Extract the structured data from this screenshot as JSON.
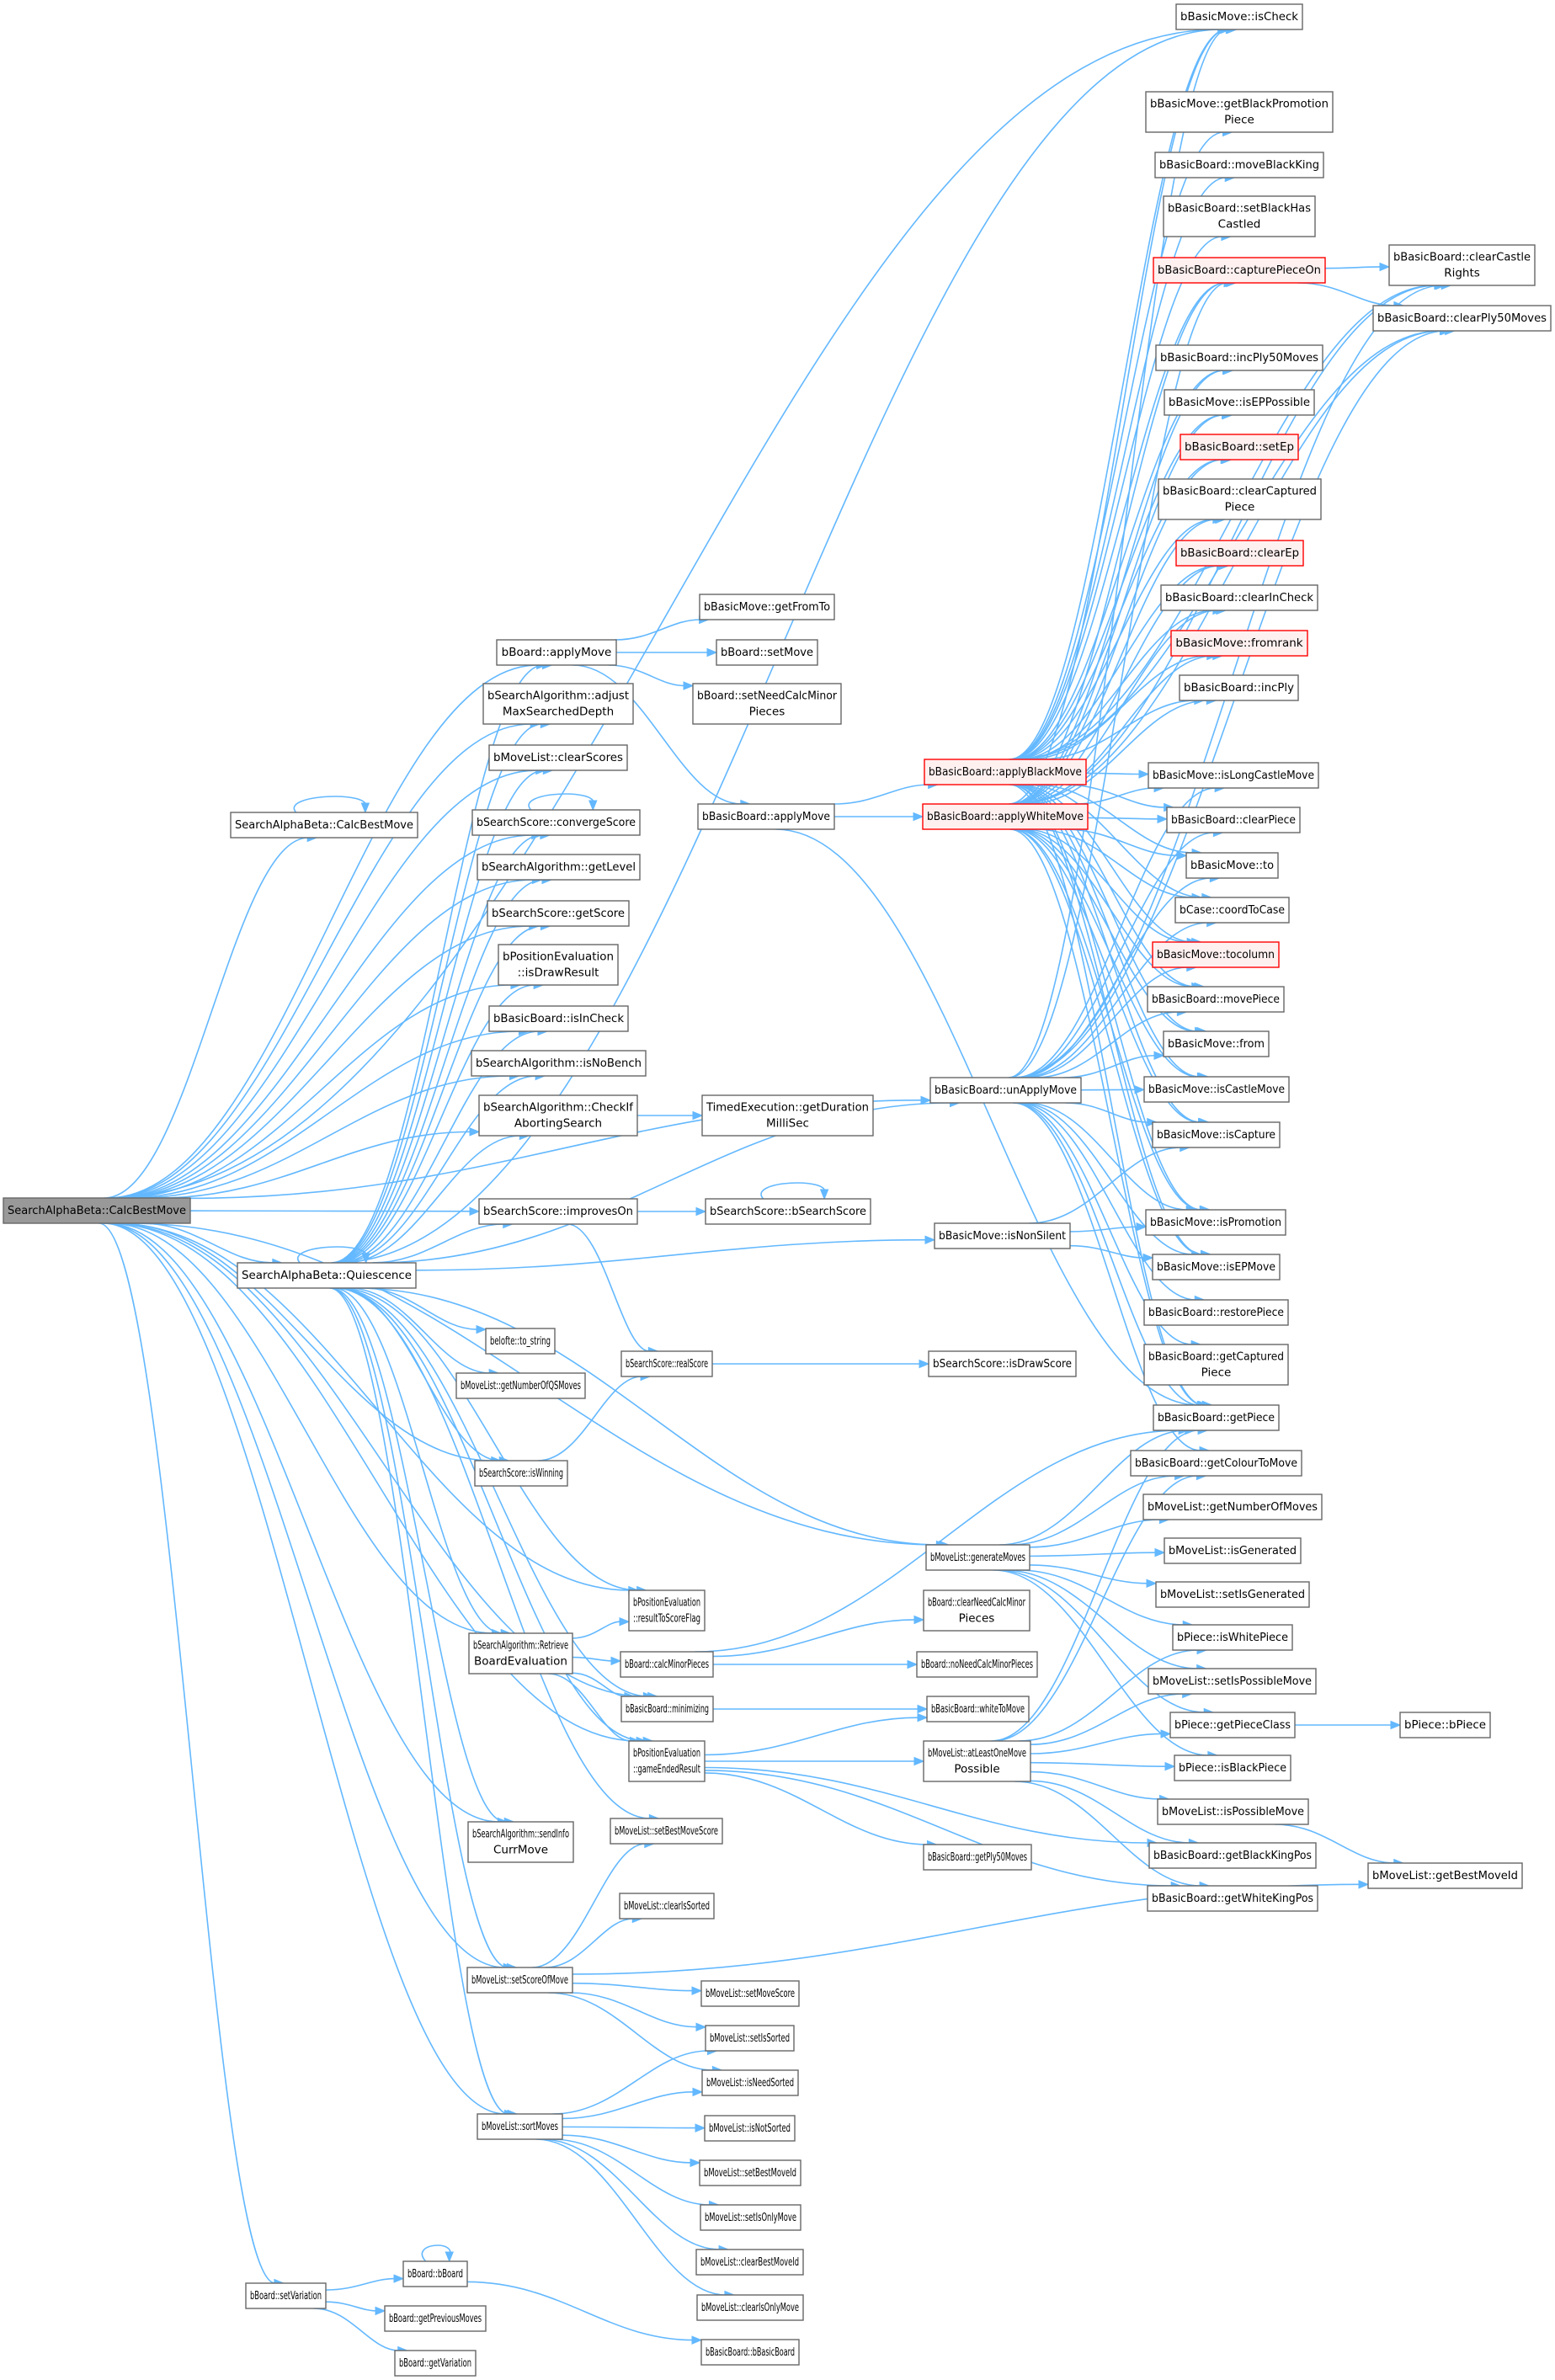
{
  "title": "SearchAlphaBeta::CalcBestMove call graph",
  "colors": {
    "edge": "#63b8ff",
    "node_border": "#666666",
    "focal_fill": "#999999",
    "red_border": "#ff0000",
    "red_fill": "#fff0f0"
  },
  "nodes": {
    "calcbest_root": [
      "SearchAlphaBeta::CalcBestMove"
    ],
    "calcbest_self": [
      "SearchAlphaBeta::CalcBestMove"
    ],
    "quiescence": [
      "SearchAlphaBeta::Quiescence"
    ],
    "setVariation": [
      "bBoard::setVariation"
    ],
    "bBoard_applyMove": [
      "bBoard::applyMove"
    ],
    "adjustMax": [
      "bSearchAlgorithm::adjust",
      "MaxSearchedDepth"
    ],
    "clearScores": [
      "bMoveList::clearScores"
    ],
    "convergeScore": [
      "bSearchScore::convergeScore"
    ],
    "getLevel": [
      "bSearchAlgorithm::getLevel"
    ],
    "getScore": [
      "bSearchScore::getScore"
    ],
    "isDrawResult": [
      "bPositionEvaluation",
      "::isDrawResult"
    ],
    "isInCheck": [
      "bBasicBoard::isInCheck"
    ],
    "isNoBench": [
      "bSearchAlgorithm::isNoBench"
    ],
    "checkIfAborting": [
      "bSearchAlgorithm::CheckIf",
      "AbortingSearch"
    ],
    "improvesOn": [
      "bSearchScore::improvesOn"
    ],
    "to_string": [
      "belofte::to_string"
    ],
    "getNumberOfQSMoves": [
      "bMoveList::getNumberOfQSMoves"
    ],
    "isWinning": [
      "bSearchScore::isWinning"
    ],
    "retrieveEval": [
      "bSearchAlgorithm::Retrieve",
      "BoardEvaluation"
    ],
    "sendInfo": [
      "bSearchAlgorithm::sendInfo",
      "CurrMove"
    ],
    "setScoreOfMove": [
      "bMoveList::setScoreOfMove"
    ],
    "sortMoves": [
      "bMoveList::sortMoves"
    ],
    "bBoard_bBoard": [
      "bBoard::bBoard"
    ],
    "getPreviousMoves": [
      "bBoard::getPreviousMoves"
    ],
    "getVariation": [
      "bBoard::getVariation"
    ],
    "getFromTo": [
      "bBasicMove::getFromTo"
    ],
    "setMove": [
      "bBoard::setMove"
    ],
    "setNeedCalc": [
      "bBoard::setNeedCalcMinor",
      "Pieces"
    ],
    "bb_applyMove": [
      "bBasicBoard::applyMove"
    ],
    "getDurationMs": [
      "TimedExecution::getDuration",
      "MilliSec"
    ],
    "bSearchScoreCtor": [
      "bSearchScore::bSearchScore"
    ],
    "realScore": [
      "bSearchScore::realScore"
    ],
    "resultToScoreFlag": [
      "bPositionEvaluation",
      "::resultToScoreFlag"
    ],
    "calcMinorPieces": [
      "bBoard::calcMinorPieces"
    ],
    "minimizing": [
      "bBasicBoard::minimizing"
    ],
    "gameEndedResult": [
      "bPositionEvaluation",
      "::gameEndedResult"
    ],
    "setBestMoveScore": [
      "bMoveList::setBestMoveScore"
    ],
    "clearIsSorted": [
      "bMoveList::clearIsSorted"
    ],
    "setMoveScore": [
      "bMoveList::setMoveScore"
    ],
    "setIsSorted": [
      "bMoveList::setIsSorted"
    ],
    "isNeedSorted": [
      "bMoveList::isNeedSorted"
    ],
    "isNotSorted": [
      "bMoveList::isNotSorted"
    ],
    "setBestMoveId": [
      "bMoveList::setBestMoveId"
    ],
    "setIsOnlyMove": [
      "bMoveList::setIsOnlyMove"
    ],
    "clearBestMoveId": [
      "bMoveList::clearBestMoveId"
    ],
    "clearIsOnlyMove": [
      "bMoveList::clearIsOnlyMove"
    ],
    "bBasicBoardCtor": [
      "bBasicBoard::bBasicBoard"
    ],
    "applyBlackMove": [
      "bBasicBoard::applyBlackMove"
    ],
    "applyWhiteMove": [
      "bBasicBoard::applyWhiteMove"
    ],
    "unApplyMove": [
      "bBasicBoard::unApplyMove"
    ],
    "isNonSilent": [
      "bBasicMove::isNonSilent"
    ],
    "isDrawScore": [
      "bSearchScore::isDrawScore"
    ],
    "generateMoves": [
      "bMoveList::generateMoves"
    ],
    "clearNeedCalc": [
      "bBoard::clearNeedCalcMinor",
      "Pieces"
    ],
    "noNeedCalc": [
      "bBoard::noNeedCalcMinorPieces"
    ],
    "whiteToMove": [
      "bBasicBoard::whiteToMove"
    ],
    "atLeastOneMove": [
      "bMoveList::atLeastOneMove",
      "Possible"
    ],
    "getPly50Moves": [
      "bBasicBoard::getPly50Moves"
    ],
    "isCheck": [
      "bBasicMove::isCheck"
    ],
    "getBlackPromo": [
      "bBasicMove::getBlackPromotion",
      "Piece"
    ],
    "moveBlackKing": [
      "bBasicBoard::moveBlackKing"
    ],
    "setBlackHasCastled": [
      "bBasicBoard::setBlackHas",
      "Castled"
    ],
    "capturePieceOn": [
      "bBasicBoard::capturePieceOn"
    ],
    "incPly50Moves": [
      "bBasicBoard::incPly50Moves"
    ],
    "isEPPossible": [
      "bBasicMove::isEPPossible"
    ],
    "setEp": [
      "bBasicBoard::setEp"
    ],
    "clearCapturedPiece": [
      "bBasicBoard::clearCaptured",
      "Piece"
    ],
    "clearEp": [
      "bBasicBoard::clearEp"
    ],
    "clearInCheck": [
      "bBasicBoard::clearInCheck"
    ],
    "fromrank": [
      "bBasicMove::fromrank"
    ],
    "incPly": [
      "bBasicBoard::incPly"
    ],
    "isLongCastle": [
      "bBasicMove::isLongCastleMove"
    ],
    "clearPiece": [
      "bBasicBoard::clearPiece"
    ],
    "to": [
      "bBasicMove::to"
    ],
    "coordToCase": [
      "bCase::coordToCase"
    ],
    "tocolumn": [
      "bBasicMove::tocolumn"
    ],
    "movePiece": [
      "bBasicBoard::movePiece"
    ],
    "from": [
      "bBasicMove::from"
    ],
    "isCastleMove": [
      "bBasicMove::isCastleMove"
    ],
    "isCapture": [
      "bBasicMove::isCapture"
    ],
    "isPromotion": [
      "bBasicMove::isPromotion"
    ],
    "isEPMove": [
      "bBasicMove::isEPMove"
    ],
    "restorePiece": [
      "bBasicBoard::restorePiece"
    ],
    "getCapturedPiece": [
      "bBasicBoard::getCaptured",
      "Piece"
    ],
    "getPiece": [
      "bBasicBoard::getPiece"
    ],
    "getColourToMove": [
      "bBasicBoard::getColourToMove"
    ],
    "getNumberOfMoves": [
      "bMoveList::getNumberOfMoves"
    ],
    "isGenerated": [
      "bMoveList::isGenerated"
    ],
    "setIsGenerated": [
      "bMoveList::setIsGenerated"
    ],
    "isWhitePiece": [
      "bPiece::isWhitePiece"
    ],
    "setIsPossibleMove": [
      "bMoveList::setIsPossibleMove"
    ],
    "getPieceClass": [
      "bPiece::getPieceClass"
    ],
    "isBlackPiece": [
      "bPiece::isBlackPiece"
    ],
    "isPossibleMove": [
      "bMoveList::isPossibleMove"
    ],
    "getBlackKingPos": [
      "bBasicBoard::getBlackKingPos"
    ],
    "getWhiteKingPos": [
      "bBasicBoard::getWhiteKingPos"
    ],
    "clearCastleRights": [
      "bBasicBoard::clearCastle",
      "Rights"
    ],
    "clearPly50Moves": [
      "bBasicBoard::clearPly50Moves"
    ],
    "bPieceCtor": [
      "bPiece::bPiece"
    ],
    "getBestMoveId": [
      "bMoveList::getBestMoveId"
    ]
  },
  "node_styles": {
    "calcbest_root": "focal",
    "applyBlackMove": "red",
    "applyWhiteMove": "red",
    "capturePieceOn": "red",
    "setEp": "red",
    "clearEp": "red",
    "fromrank": "red",
    "tocolumn": "red"
  },
  "edges": [
    [
      "calcbest_root",
      "calcbest_self"
    ],
    [
      "calcbest_self",
      "calcbest_self"
    ],
    [
      "calcbest_root",
      "bBoard_applyMove"
    ],
    [
      "calcbest_root",
      "adjustMax"
    ],
    [
      "calcbest_root",
      "clearScores"
    ],
    [
      "calcbest_root",
      "convergeScore"
    ],
    [
      "calcbest_root",
      "getLevel"
    ],
    [
      "calcbest_root",
      "getScore"
    ],
    [
      "calcbest_root",
      "isDrawResult"
    ],
    [
      "calcbest_root",
      "isInCheck"
    ],
    [
      "calcbest_root",
      "isNoBench"
    ],
    [
      "calcbest_root",
      "checkIfAborting"
    ],
    [
      "calcbest_root",
      "improvesOn"
    ],
    [
      "calcbest_root",
      "quiescence"
    ],
    [
      "calcbest_root",
      "isWinning"
    ],
    [
      "calcbest_root",
      "generateMoves"
    ],
    [
      "calcbest_root",
      "resultToScoreFlag"
    ],
    [
      "calcbest_root",
      "retrieveEval"
    ],
    [
      "calcbest_root",
      "minimizing"
    ],
    [
      "calcbest_root",
      "gameEndedResult"
    ],
    [
      "calcbest_root",
      "sendInfo"
    ],
    [
      "calcbest_root",
      "setScoreOfMove"
    ],
    [
      "calcbest_root",
      "sortMoves"
    ],
    [
      "calcbest_root",
      "setVariation"
    ],
    [
      "calcbest_root",
      "unApplyMove"
    ],
    [
      "calcbest_root",
      "isCheck"
    ],
    [
      "quiescence",
      "quiescence"
    ],
    [
      "quiescence",
      "bBoard_applyMove"
    ],
    [
      "quiescence",
      "adjustMax"
    ],
    [
      "quiescence",
      "clearScores"
    ],
    [
      "quiescence",
      "convergeScore"
    ],
    [
      "quiescence",
      "getLevel"
    ],
    [
      "quiescence",
      "getScore"
    ],
    [
      "quiescence",
      "isDrawResult"
    ],
    [
      "quiescence",
      "isInCheck"
    ],
    [
      "quiescence",
      "isNoBench"
    ],
    [
      "quiescence",
      "checkIfAborting"
    ],
    [
      "quiescence",
      "improvesOn"
    ],
    [
      "quiescence",
      "to_string"
    ],
    [
      "quiescence",
      "getNumberOfQSMoves"
    ],
    [
      "quiescence",
      "isWinning"
    ],
    [
      "quiescence",
      "retrieveEval"
    ],
    [
      "quiescence",
      "sendInfo"
    ],
    [
      "quiescence",
      "setScoreOfMove"
    ],
    [
      "quiescence",
      "sortMoves"
    ],
    [
      "quiescence",
      "resultToScoreFlag"
    ],
    [
      "quiescence",
      "minimizing"
    ],
    [
      "quiescence",
      "gameEndedResult"
    ],
    [
      "quiescence",
      "setBestMoveScore"
    ],
    [
      "quiescence",
      "generateMoves"
    ],
    [
      "quiescence",
      "unApplyMove"
    ],
    [
      "quiescence",
      "isNonSilent"
    ],
    [
      "quiescence",
      "isCheck"
    ],
    [
      "setVariation",
      "bBoard_bBoard"
    ],
    [
      "setVariation",
      "getPreviousMoves"
    ],
    [
      "setVariation",
      "getVariation"
    ],
    [
      "bBoard_bBoard",
      "bBoard_bBoard"
    ],
    [
      "bBoard_bBoard",
      "bBasicBoardCtor"
    ],
    [
      "convergeScore",
      "convergeScore"
    ],
    [
      "bBoard_applyMove",
      "getFromTo"
    ],
    [
      "bBoard_applyMove",
      "setMove"
    ],
    [
      "bBoard_applyMove",
      "setNeedCalc"
    ],
    [
      "bBoard_applyMove",
      "bb_applyMove"
    ],
    [
      "checkIfAborting",
      "getDurationMs"
    ],
    [
      "improvesOn",
      "bSearchScoreCtor"
    ],
    [
      "improvesOn",
      "realScore"
    ],
    [
      "bSearchScoreCtor",
      "bSearchScoreCtor"
    ],
    [
      "isWinning",
      "realScore"
    ],
    [
      "realScore",
      "isDrawScore"
    ],
    [
      "retrieveEval",
      "resultToScoreFlag"
    ],
    [
      "retrieveEval",
      "calcMinorPieces"
    ],
    [
      "retrieveEval",
      "minimizing"
    ],
    [
      "retrieveEval",
      "gameEndedResult"
    ],
    [
      "calcMinorPieces",
      "clearNeedCalc"
    ],
    [
      "calcMinorPieces",
      "noNeedCalc"
    ],
    [
      "calcMinorPieces",
      "getPiece"
    ],
    [
      "minimizing",
      "whiteToMove"
    ],
    [
      "gameEndedResult",
      "whiteToMove"
    ],
    [
      "gameEndedResult",
      "atLeastOneMove"
    ],
    [
      "gameEndedResult",
      "getPly50Moves"
    ],
    [
      "gameEndedResult",
      "getBlackKingPos"
    ],
    [
      "gameEndedResult",
      "getWhiteKingPos"
    ],
    [
      "setScoreOfMove",
      "setBestMoveScore"
    ],
    [
      "setScoreOfMove",
      "clearIsSorted"
    ],
    [
      "setScoreOfMove",
      "setMoveScore"
    ],
    [
      "setScoreOfMove",
      "setIsSorted"
    ],
    [
      "setScoreOfMove",
      "isNeedSorted"
    ],
    [
      "setScoreOfMove",
      "getBestMoveId"
    ],
    [
      "sortMoves",
      "setIsSorted"
    ],
    [
      "sortMoves",
      "isNeedSorted"
    ],
    [
      "sortMoves",
      "isNotSorted"
    ],
    [
      "sortMoves",
      "setBestMoveId"
    ],
    [
      "sortMoves",
      "setIsOnlyMove"
    ],
    [
      "sortMoves",
      "clearBestMoveId"
    ],
    [
      "sortMoves",
      "clearIsOnlyMove"
    ],
    [
      "bb_applyMove",
      "applyBlackMove"
    ],
    [
      "bb_applyMove",
      "applyWhiteMove"
    ],
    [
      "bb_applyMove",
      "getPiece"
    ],
    [
      "applyBlackMove",
      "isCheck"
    ],
    [
      "applyBlackMove",
      "getBlackPromo"
    ],
    [
      "applyBlackMove",
      "moveBlackKing"
    ],
    [
      "applyBlackMove",
      "setBlackHasCastled"
    ],
    [
      "applyBlackMove",
      "capturePieceOn"
    ],
    [
      "applyBlackMove",
      "clearCastleRights"
    ],
    [
      "applyBlackMove",
      "clearPly50Moves"
    ],
    [
      "applyBlackMove",
      "incPly50Moves"
    ],
    [
      "applyBlackMove",
      "isEPPossible"
    ],
    [
      "applyBlackMove",
      "setEp"
    ],
    [
      "applyBlackMove",
      "clearCapturedPiece"
    ],
    [
      "applyBlackMove",
      "clearEp"
    ],
    [
      "applyBlackMove",
      "clearInCheck"
    ],
    [
      "applyBlackMove",
      "fromrank"
    ],
    [
      "applyBlackMove",
      "incPly"
    ],
    [
      "applyBlackMove",
      "isLongCastle"
    ],
    [
      "applyBlackMove",
      "clearPiece"
    ],
    [
      "applyBlackMove",
      "to"
    ],
    [
      "applyBlackMove",
      "coordToCase"
    ],
    [
      "applyBlackMove",
      "tocolumn"
    ],
    [
      "applyBlackMove",
      "movePiece"
    ],
    [
      "applyBlackMove",
      "from"
    ],
    [
      "applyBlackMove",
      "isCastleMove"
    ],
    [
      "applyBlackMove",
      "isCapture"
    ],
    [
      "applyBlackMove",
      "isPromotion"
    ],
    [
      "applyBlackMove",
      "isEPMove"
    ],
    [
      "applyBlackMove",
      "getPiece"
    ],
    [
      "applyWhiteMove",
      "isCheck"
    ],
    [
      "applyWhiteMove",
      "capturePieceOn"
    ],
    [
      "applyWhiteMove",
      "clearCastleRights"
    ],
    [
      "applyWhiteMove",
      "clearPly50Moves"
    ],
    [
      "applyWhiteMove",
      "incPly50Moves"
    ],
    [
      "applyWhiteMove",
      "isEPPossible"
    ],
    [
      "applyWhiteMove",
      "setEp"
    ],
    [
      "applyWhiteMove",
      "clearCapturedPiece"
    ],
    [
      "applyWhiteMove",
      "clearEp"
    ],
    [
      "applyWhiteMove",
      "clearInCheck"
    ],
    [
      "applyWhiteMove",
      "fromrank"
    ],
    [
      "applyWhiteMove",
      "incPly"
    ],
    [
      "applyWhiteMove",
      "isLongCastle"
    ],
    [
      "applyWhiteMove",
      "clearPiece"
    ],
    [
      "applyWhiteMove",
      "to"
    ],
    [
      "applyWhiteMove",
      "coordToCase"
    ],
    [
      "applyWhiteMove",
      "tocolumn"
    ],
    [
      "applyWhiteMove",
      "movePiece"
    ],
    [
      "applyWhiteMove",
      "from"
    ],
    [
      "applyWhiteMove",
      "isCastleMove"
    ],
    [
      "applyWhiteMove",
      "isCapture"
    ],
    [
      "applyWhiteMove",
      "isPromotion"
    ],
    [
      "applyWhiteMove",
      "isEPMove"
    ],
    [
      "applyWhiteMove",
      "getPiece"
    ],
    [
      "capturePieceOn",
      "clearCastleRights"
    ],
    [
      "capturePieceOn",
      "clearPly50Moves"
    ],
    [
      "unApplyMove",
      "isCheck"
    ],
    [
      "unApplyMove",
      "isLongCastle"
    ],
    [
      "unApplyMove",
      "clearPiece"
    ],
    [
      "unApplyMove",
      "to"
    ],
    [
      "unApplyMove",
      "coordToCase"
    ],
    [
      "unApplyMove",
      "tocolumn"
    ],
    [
      "unApplyMove",
      "movePiece"
    ],
    [
      "unApplyMove",
      "from"
    ],
    [
      "unApplyMove",
      "isCastleMove"
    ],
    [
      "unApplyMove",
      "isCapture"
    ],
    [
      "unApplyMove",
      "isPromotion"
    ],
    [
      "unApplyMove",
      "isEPMove"
    ],
    [
      "unApplyMove",
      "restorePiece"
    ],
    [
      "unApplyMove",
      "getCapturedPiece"
    ],
    [
      "unApplyMove",
      "getPiece"
    ],
    [
      "unApplyMove",
      "getColourToMove"
    ],
    [
      "unApplyMove",
      "clearCastleRights"
    ],
    [
      "unApplyMove",
      "clearPly50Moves"
    ],
    [
      "unApplyMove",
      "capturePieceOn"
    ],
    [
      "isNonSilent",
      "isCapture"
    ],
    [
      "isNonSilent",
      "isPromotion"
    ],
    [
      "isNonSilent",
      "isEPMove"
    ],
    [
      "generateMoves",
      "getPiece"
    ],
    [
      "generateMoves",
      "getColourToMove"
    ],
    [
      "generateMoves",
      "getNumberOfMoves"
    ],
    [
      "generateMoves",
      "isGenerated"
    ],
    [
      "generateMoves",
      "setIsGenerated"
    ],
    [
      "generateMoves",
      "isWhitePiece"
    ],
    [
      "generateMoves",
      "setIsPossibleMove"
    ],
    [
      "generateMoves",
      "getPieceClass"
    ],
    [
      "generateMoves",
      "isBlackPiece"
    ],
    [
      "atLeastOneMove",
      "getPiece"
    ],
    [
      "atLeastOneMove",
      "getColourToMove"
    ],
    [
      "atLeastOneMove",
      "isWhitePiece"
    ],
    [
      "atLeastOneMove",
      "setIsPossibleMove"
    ],
    [
      "atLeastOneMove",
      "getPieceClass"
    ],
    [
      "atLeastOneMove",
      "isBlackPiece"
    ],
    [
      "atLeastOneMove",
      "isPossibleMove"
    ],
    [
      "atLeastOneMove",
      "getBlackKingPos"
    ],
    [
      "atLeastOneMove",
      "getWhiteKingPos"
    ],
    [
      "getPieceClass",
      "bPieceCtor"
    ],
    [
      "isPossibleMove",
      "getBestMoveId"
    ]
  ]
}
